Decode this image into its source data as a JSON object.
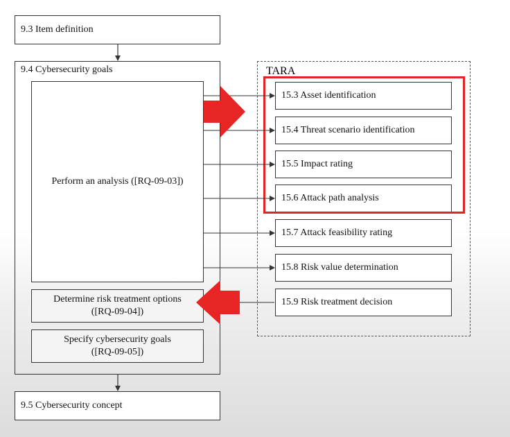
{
  "boxes": {
    "item_definition": "9.3 Item definition",
    "cybersecurity_goals": "9.4 Cybersecurity goals",
    "perform_analysis": "Perform an analysis ([RQ-09-03])",
    "determine_risk": {
      "line1": "Determine risk treatment options",
      "line2": "([RQ-09-04])"
    },
    "specify_goals": {
      "line1": "Specify cybersecurity goals",
      "line2": "([RQ-09-05])"
    },
    "cybersecurity_concept": "9.5 Cybersecurity concept"
  },
  "tara": {
    "title": "TARA",
    "steps": [
      "15.3 Asset identification",
      "15.4 Threat scenario identification",
      "15.5 Impact rating",
      "15.6 Attack path analysis",
      "15.7 Attack feasibility rating",
      "15.8 Risk value determination",
      "15.9 Risk treatment decision"
    ]
  },
  "colors": {
    "highlight": "#e22424",
    "line": "#333333"
  }
}
